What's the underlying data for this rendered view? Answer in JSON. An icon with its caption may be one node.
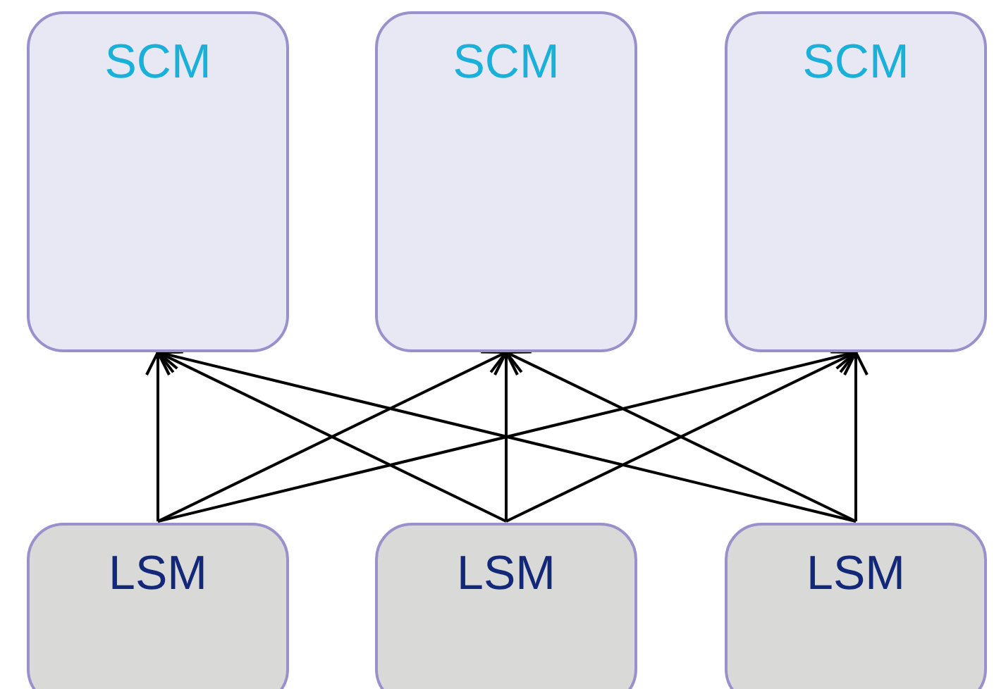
{
  "diagram": {
    "nodes": [
      {
        "text": [
          "SCM"
        ]
      },
      {
        "text": [
          "SCM"
        ]
      },
      {
        "text": [
          "SCM"
        ]
      },
      {
        "text": [
          "LSM"
        ]
      },
      {
        "text": [
          "LSM"
        ]
      },
      {
        "text": [
          "LSM"
        ]
      }
    ],
    "edges": [
      {
        "from": 3,
        "to": 0,
        "arrow": "to"
      },
      {
        "from": 3,
        "to": 1,
        "arrow": "to"
      },
      {
        "from": 3,
        "to": 2,
        "arrow": "to"
      },
      {
        "from": 4,
        "to": 0,
        "arrow": "to"
      },
      {
        "from": 4,
        "to": 1,
        "arrow": "to"
      },
      {
        "from": 4,
        "to": 2,
        "arrow": "to"
      },
      {
        "from": 5,
        "to": 0,
        "arrow": "to"
      },
      {
        "from": 5,
        "to": 1,
        "arrow": "to"
      },
      {
        "from": 5,
        "to": 2,
        "arrow": "to"
      }
    ]
  }
}
